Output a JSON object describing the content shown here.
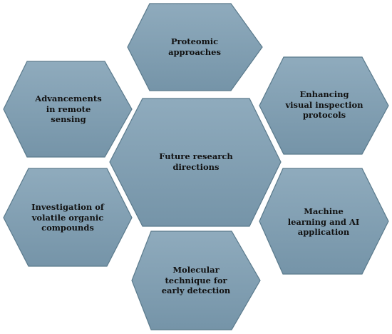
{
  "diagram": {
    "colors": {
      "fill": "#7e9db0",
      "fill_light": "#9bb4c3",
      "stroke": "#5a7a8c",
      "text": "#111111"
    },
    "center": {
      "label": "Future research\ndirections"
    },
    "nodes": [
      {
        "id": "proteomic",
        "label": "Proteomic\napproaches"
      },
      {
        "id": "remote-sensing",
        "label": "Advancements\nin remote\nsensing"
      },
      {
        "id": "visual-inspection",
        "label": "Enhancing\nvisual inspection\nprotocols"
      },
      {
        "id": "voc",
        "label": "Investigation of\nvolatile organic\ncompounds"
      },
      {
        "id": "machine-learning",
        "label": "Machine\nlearning and AI\napplication"
      },
      {
        "id": "molecular",
        "label": "Molecular\ntechnique for\nearly detection"
      }
    ]
  }
}
